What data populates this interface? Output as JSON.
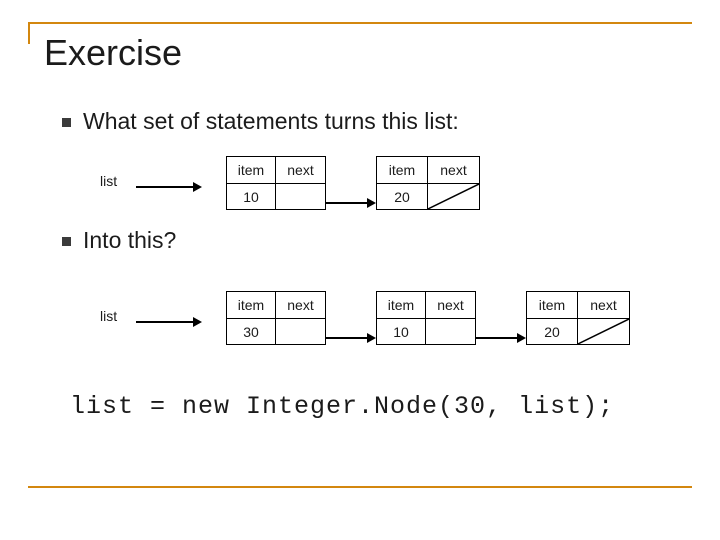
{
  "slide": {
    "title": "Exercise",
    "accent_color": "#d3870f",
    "bullets": [
      {
        "text": "What set of statements turns this list:"
      },
      {
        "text": "Into this?"
      }
    ],
    "code_line": "list = new Integer.Node(30, list);"
  },
  "diagram1": {
    "pointer_label": "list",
    "nodes": [
      {
        "header_item": "item",
        "header_next": "next",
        "value": "10",
        "next_is_null": false
      },
      {
        "header_item": "item",
        "header_next": "next",
        "value": "20",
        "next_is_null": true
      }
    ]
  },
  "diagram2": {
    "pointer_label": "list",
    "nodes": [
      {
        "header_item": "item",
        "header_next": "next",
        "value": "30",
        "next_is_null": false
      },
      {
        "header_item": "item",
        "header_next": "next",
        "value": "10",
        "next_is_null": false
      },
      {
        "header_item": "item",
        "header_next": "next",
        "value": "20",
        "next_is_null": true
      }
    ]
  }
}
